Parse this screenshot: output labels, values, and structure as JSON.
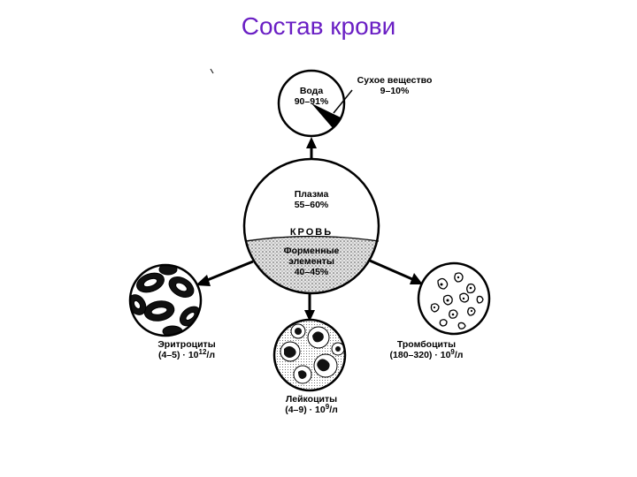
{
  "slide": {
    "title": "Состав крови"
  },
  "water": {
    "name": "Вода",
    "value": "90–91%"
  },
  "dry_matter": {
    "name": "Сухое вещество",
    "value": "9–10%"
  },
  "plasma": {
    "name": "Плазма",
    "value": "55–60%"
  },
  "blood": {
    "name": "КРОВЬ"
  },
  "formed_elements": {
    "line1": "Форменные",
    "line2": "элементы",
    "value": "40–45%"
  },
  "erythrocytes": {
    "name": "Эритроциты",
    "count_base": "(4–5) · 10",
    "count_exp": "12",
    "count_unit": "/л"
  },
  "leukocytes": {
    "name": "Лейкоциты",
    "count_base": "(4–9) · 10",
    "count_exp": "9",
    "count_unit": "/л"
  },
  "platelets": {
    "name": "Тромбоциты",
    "count_base": "(180–320) · 10",
    "count_exp": "9",
    "count_unit": "/л"
  }
}
